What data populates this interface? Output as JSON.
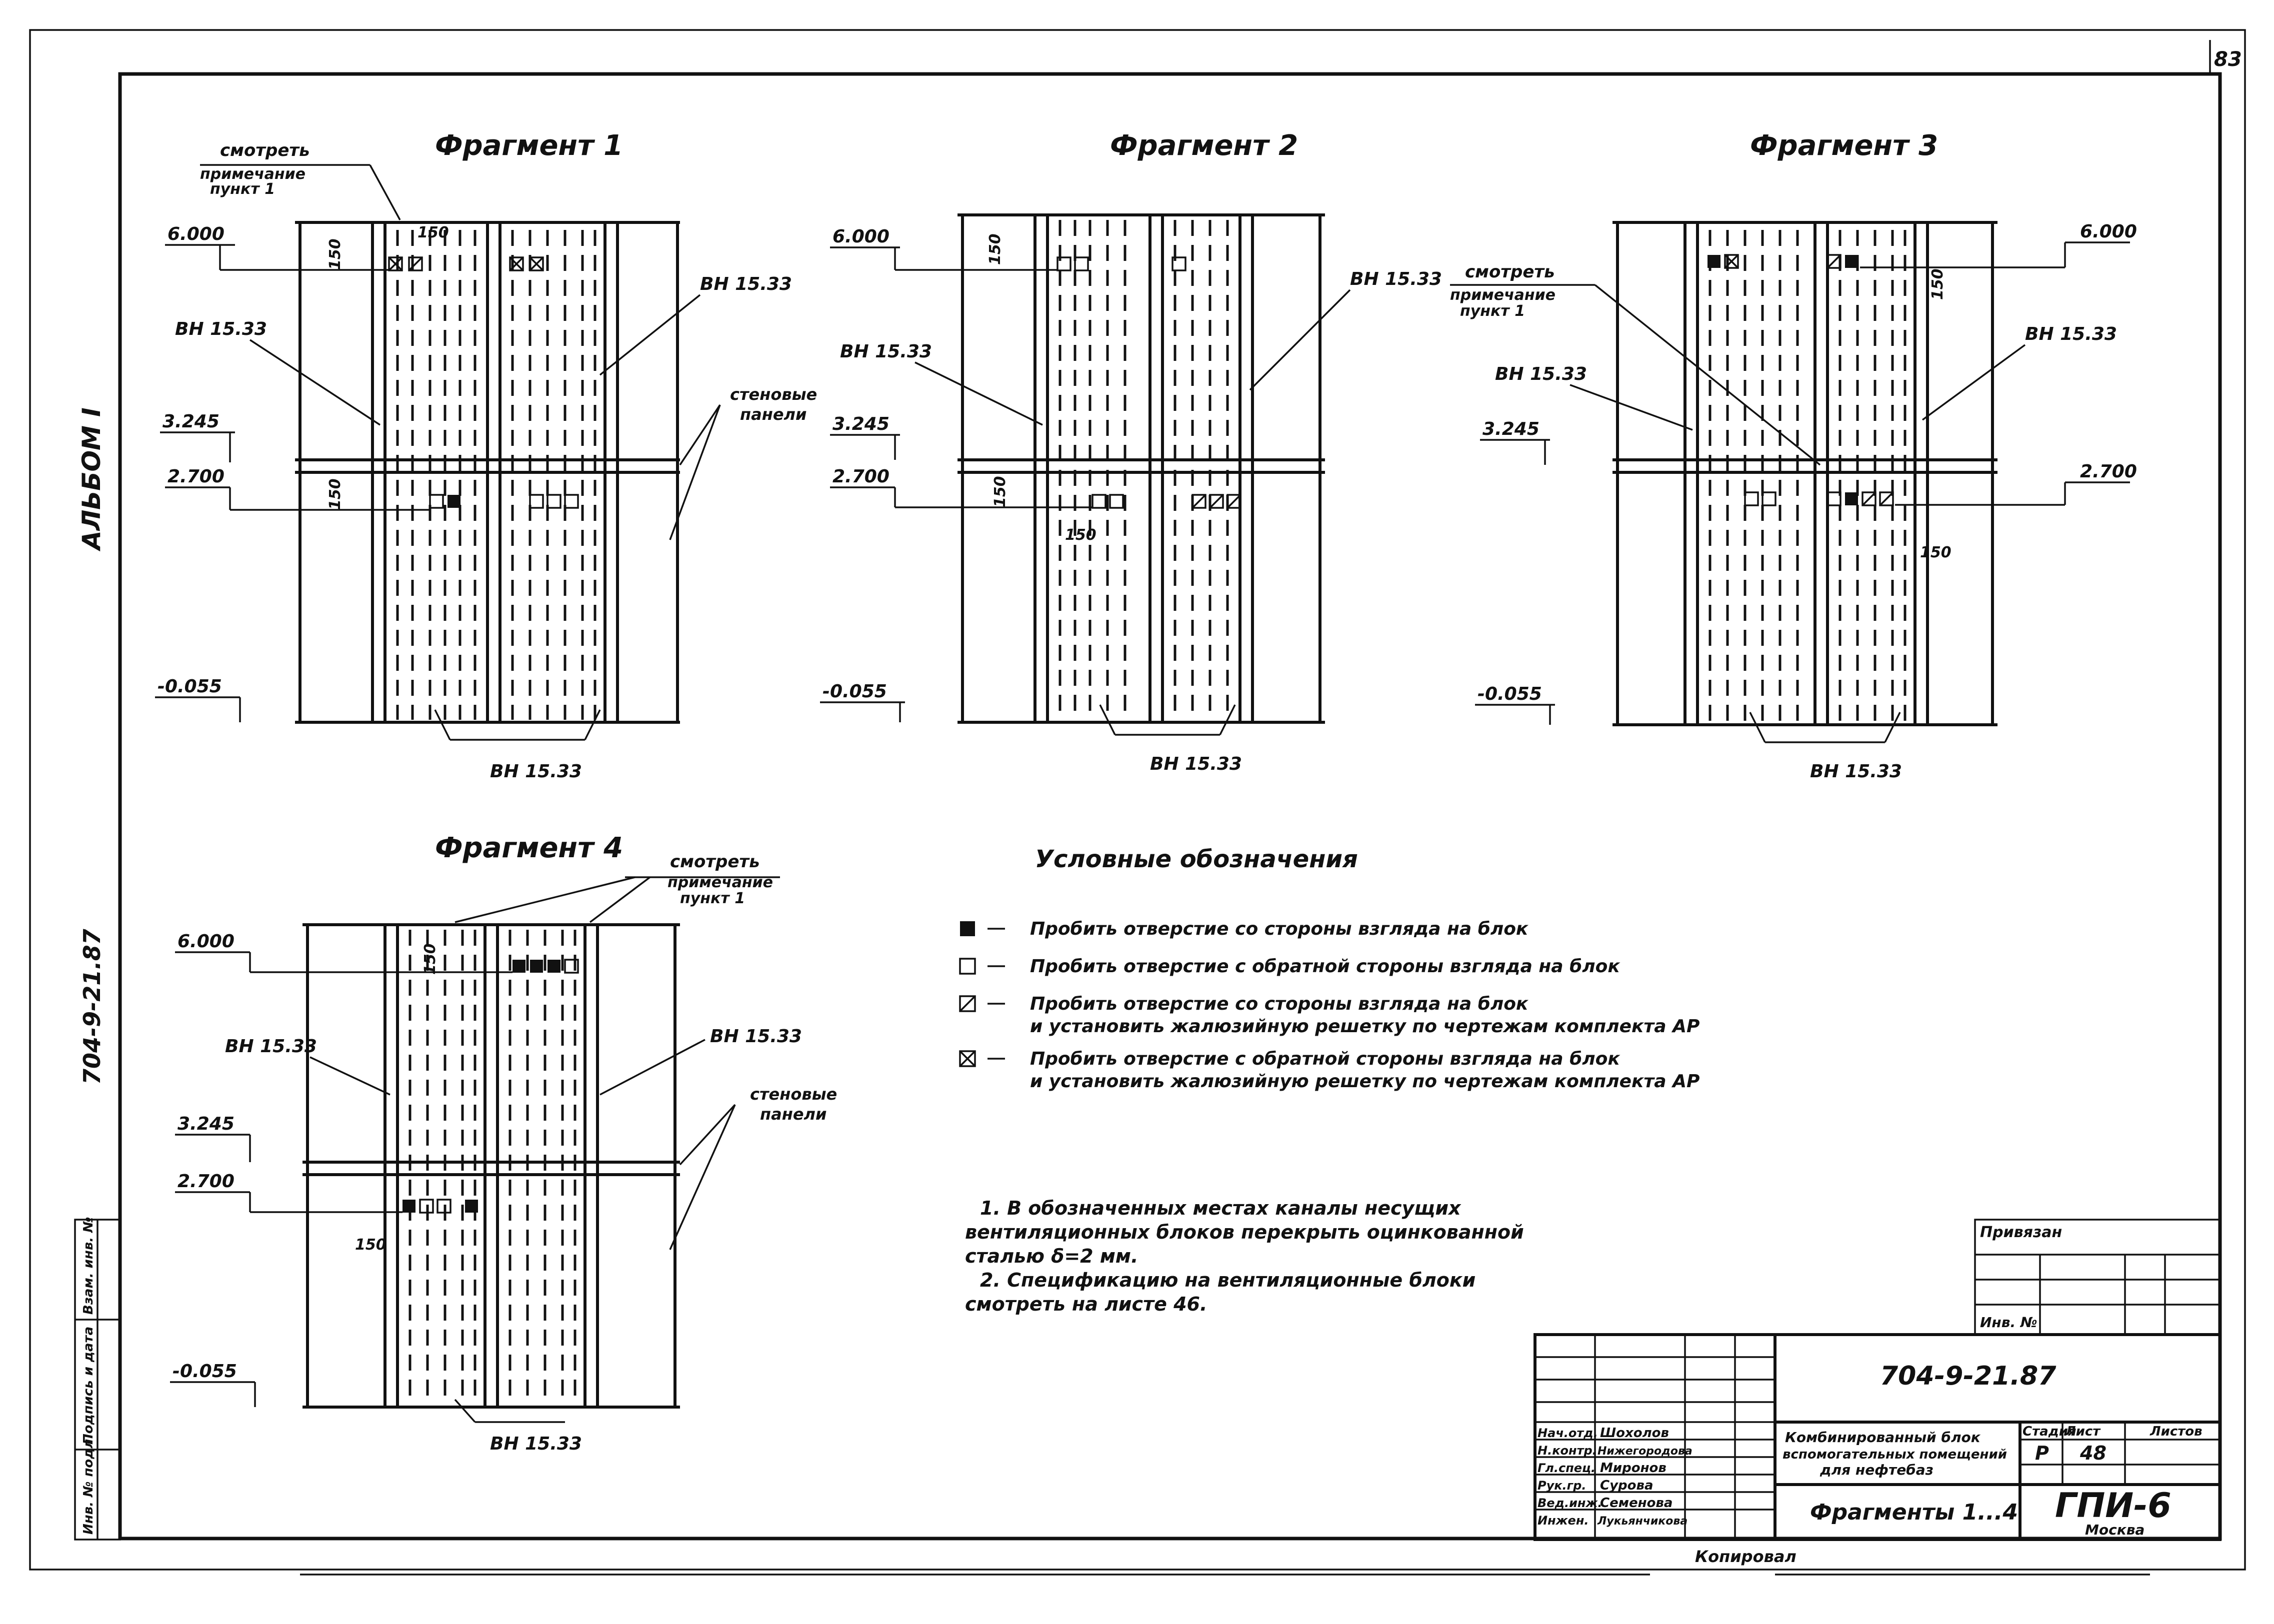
{
  "sheet_number": "83",
  "margin": {
    "album": "АЛЬБОМ I",
    "project_code": "704-9-21.87",
    "stamp_columns": [
      "Инв. № подл.",
      "Подпись и дата",
      "Взам. инв. №"
    ]
  },
  "fragments": [
    {
      "title": "Фрагмент 1",
      "see_note": [
        "смотреть",
        "примечание",
        "пункт 1"
      ],
      "levels": [
        "6.000",
        "3.245",
        "2.700",
        "-0.055"
      ],
      "labels": [
        "ВН 15.33",
        "ВН 15.33",
        "ВН 15.33"
      ],
      "wall_panels": [
        "стеновые",
        "панели"
      ],
      "dims": [
        "150",
        "150",
        "150"
      ]
    },
    {
      "title": "Фрагмент 2",
      "levels": [
        "6.000",
        "3.245",
        "2.700",
        "-0.055"
      ],
      "labels": [
        "ВН 15.33",
        "ВН 15.33",
        "ВН 15.33"
      ],
      "dims": [
        "150",
        "150",
        "150"
      ]
    },
    {
      "title": "Фрагмент 3",
      "see_note": [
        "смотреть",
        "примечание",
        "пункт 1"
      ],
      "levels": [
        "6.000",
        "3.245",
        "2.700",
        "-0.055"
      ],
      "labels": [
        "ВН 15.33",
        "ВН 15.33",
        "ВН 15.33"
      ],
      "dims": [
        "150",
        "150"
      ]
    },
    {
      "title": "Фрагмент 4",
      "see_note": [
        "смотреть",
        "примечание",
        "пункт 1"
      ],
      "levels": [
        "6.000",
        "3.245",
        "2.700",
        "-0.055"
      ],
      "labels": [
        "ВН 15.33",
        "ВН 15.33",
        "ВН 15.33"
      ],
      "wall_panels": [
        "стеновые",
        "панели"
      ],
      "dims": [
        "150",
        "150"
      ]
    }
  ],
  "legend": {
    "title": "Условные обозначения",
    "items": [
      {
        "symbol": "filled-square",
        "text": [
          "Пробить отверстие со стороны взгляда на блок"
        ]
      },
      {
        "symbol": "open-square",
        "text": [
          "Пробить отверстие с обратной стороны взгляда на блок"
        ]
      },
      {
        "symbol": "hatched-square",
        "text": [
          "Пробить отверстие со стороны взгляда на блок",
          "и установить жалюзийную решетку по чертежам комплекта АР"
        ]
      },
      {
        "symbol": "crossed-square",
        "text": [
          "Пробить отверстие с обратной стороны взгляда на блок",
          "и установить жалюзийную решетку по чертежам комплекта АР"
        ]
      }
    ]
  },
  "notes": [
    "1. В обозначенных местах каналы несущих",
    "вентиляционных блоков перекрыть оцинкованной",
    "сталью δ=2 мм.",
    "2. Спецификацию на вентиляционные блоки",
    "смотреть на листе 46."
  ],
  "binding": {
    "attached_label": "Привязан",
    "inv_label": "Инв. №"
  },
  "title_block": {
    "code": "704-9-21.87",
    "people": [
      {
        "role": "Нач.отд.",
        "name": "Шохолов"
      },
      {
        "role": "Н.контр.",
        "name": "Нижегородова"
      },
      {
        "role": "Гл.спец.",
        "name": "Миронов"
      },
      {
        "role": "Рук.гр.",
        "name": "Сурова"
      },
      {
        "role": "Вед.инж.",
        "name": "Семенова"
      },
      {
        "role": "Инжен.",
        "name": "Лукьянчикова"
      }
    ],
    "description": [
      "Комбинированный блок",
      "вспомогательных помещений",
      "для нефтебаз"
    ],
    "sheet_title": "Фрагменты 1...4",
    "stage_label": "Стадия",
    "stage": "Р",
    "sheet_label": "Лист",
    "sheet": "48",
    "sheets_label": "Листов",
    "sheets": "",
    "org": "ГПИ-6",
    "city": "Москва"
  },
  "copied": "Копировал"
}
